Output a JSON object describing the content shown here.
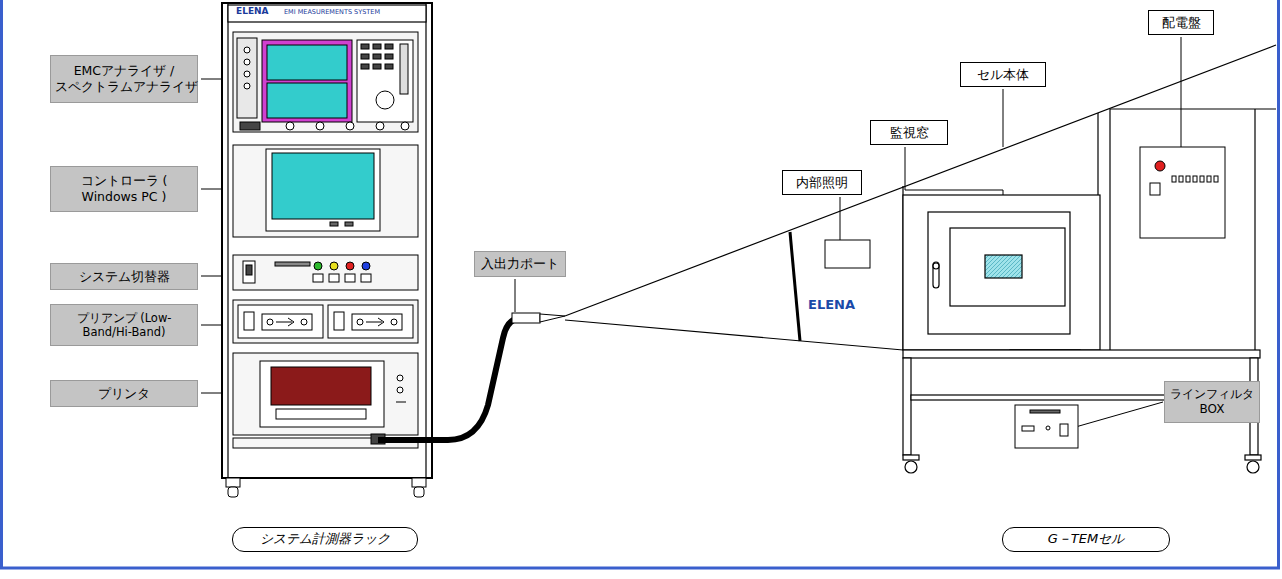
{
  "diagram": {
    "nodes": [
      {
        "text": [
          "EMCアナライザ / スペクトラムアナライザ"
        ]
      },
      {
        "text": [
          "コントローラ ( Windows PC )"
        ]
      },
      {
        "text": [
          "システム切替器"
        ]
      },
      {
        "text": [
          "プリアンプ (Low-Band/Hi-Band)"
        ]
      },
      {
        "text": [
          "プリンタ"
        ]
      },
      {
        "text": [
          "入出力ポート"
        ]
      },
      {
        "text": [
          "配電盤"
        ]
      },
      {
        "text": [
          "セル本体"
        ]
      },
      {
        "text": [
          "監視窓"
        ]
      },
      {
        "text": [
          "内部照明"
        ]
      },
      {
        "text": [
          "ラインフィルタ BOX"
        ]
      },
      {
        "text": [
          "システム計測器ラック"
        ]
      },
      {
        "text": [
          "G－TEMセル"
        ]
      }
    ],
    "labels": [
      "ELENA",
      "EMI MEASUREMENTS SYSTEM",
      "ELENA"
    ]
  }
}
